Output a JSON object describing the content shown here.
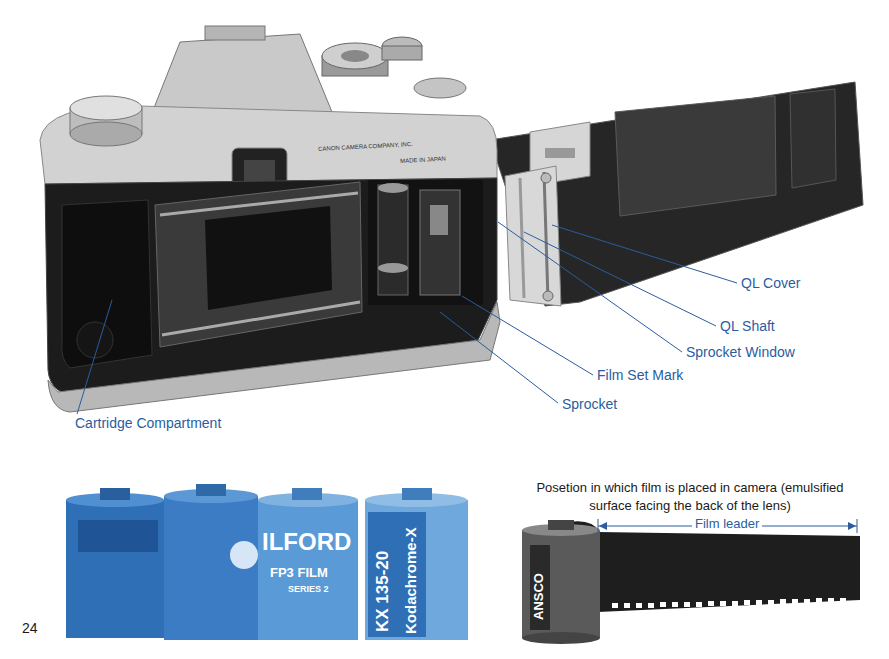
{
  "diagram": {
    "labels": [
      "QL Cover",
      "QL Shaft",
      "Sprocket Window",
      "Film Set Mark",
      "Sprocket",
      "Cartridge Compartment",
      "Posetion in which film is placed in camera (emulsified surface facing the back of the lens)",
      "Film leader",
      "24",
      "ILFORD",
      "FP3 FILM",
      "SERIES 2",
      "KX 135-20",
      "Kodachrome-X",
      "CANON CAMERA COMPANY, INC.",
      "MADE IN JAPAN",
      "ANSCO"
    ]
  }
}
